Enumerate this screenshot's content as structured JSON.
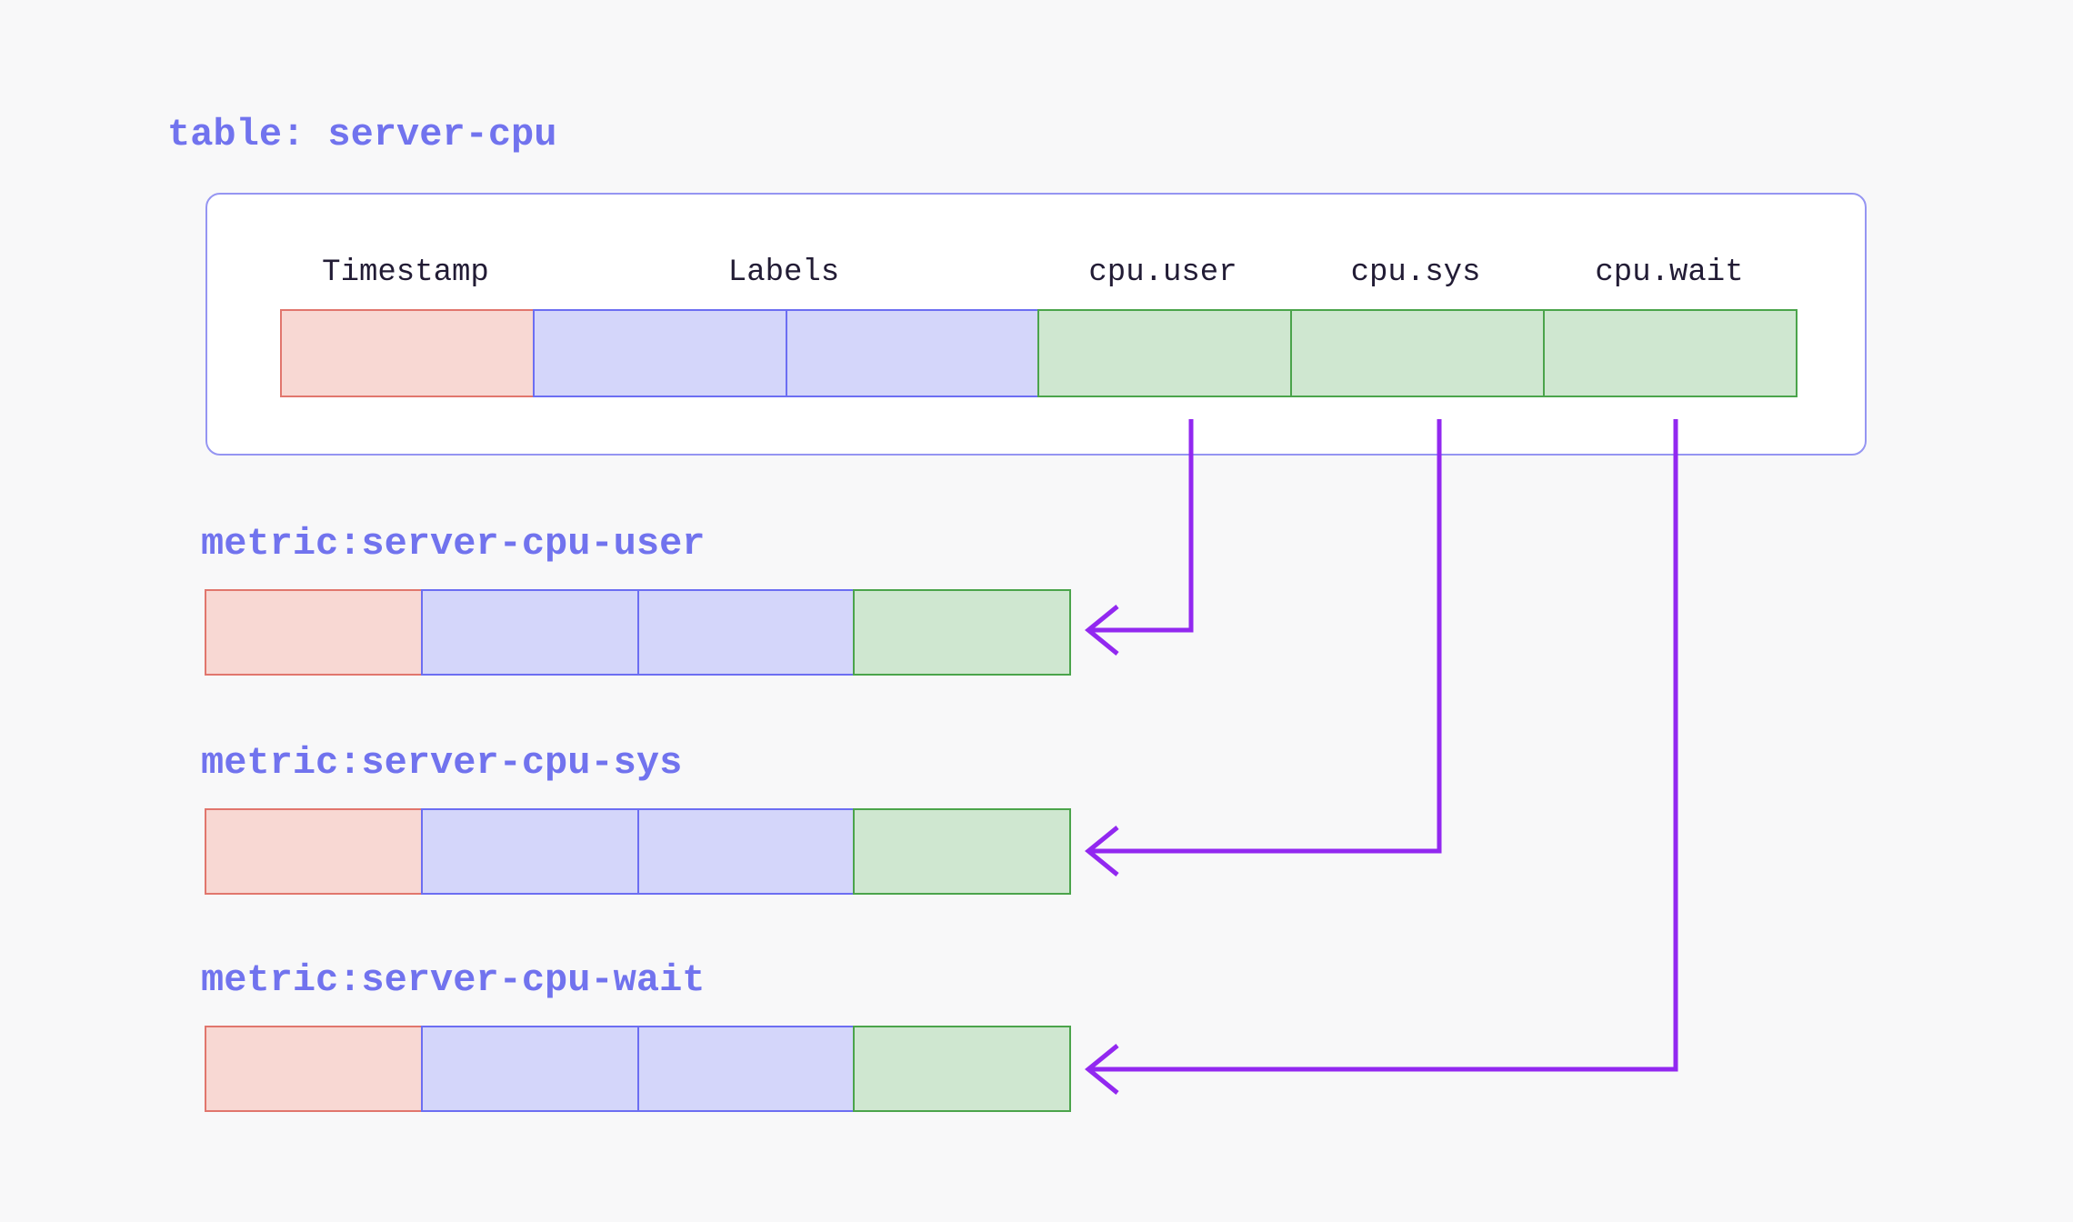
{
  "diagram": {
    "table": {
      "title": "table: server-cpu",
      "columns": [
        {
          "label": "Timestamp",
          "kind": "timestamp"
        },
        {
          "label": "Labels",
          "kind": "labels",
          "spans_cells": 2
        },
        {
          "label": "cpu.user",
          "kind": "value"
        },
        {
          "label": "cpu.sys",
          "kind": "value"
        },
        {
          "label": "cpu.wait",
          "kind": "value"
        }
      ],
      "row_cells": [
        "timestamp",
        "label",
        "label",
        "value",
        "value",
        "value"
      ]
    },
    "metrics": [
      {
        "title": "metric:server-cpu-user",
        "source_column": "cpu.user",
        "row_cells": [
          "timestamp",
          "label",
          "label",
          "value"
        ]
      },
      {
        "title": "metric:server-cpu-sys",
        "source_column": "cpu.sys",
        "row_cells": [
          "timestamp",
          "label",
          "label",
          "value"
        ]
      },
      {
        "title": "metric:server-cpu-wait",
        "source_column": "cpu.wait",
        "row_cells": [
          "timestamp",
          "label",
          "label",
          "value"
        ]
      }
    ],
    "colors": {
      "background": "#f8f8f9",
      "table_box_border": "#9595f2",
      "table_box_fill": "#ffffff",
      "title_text": "#7173ee",
      "header_text": "#221c35",
      "timestamp_fill": "#f8d8d3",
      "timestamp_border": "#e1766d",
      "labels_fill": "#d4d6fa",
      "labels_border": "#6c6ef2",
      "value_fill": "#cfe7d0",
      "value_border": "#4ba44b",
      "arrow": "#9228f0"
    }
  }
}
